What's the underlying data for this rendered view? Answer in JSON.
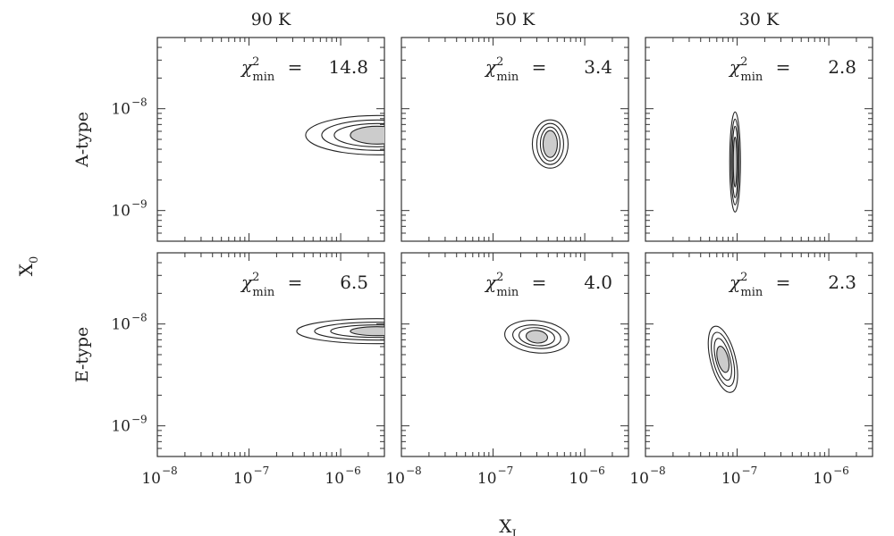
{
  "figure": {
    "y_axis_label": "X",
    "y_axis_label_sub": "0",
    "x_axis_label": "X",
    "x_axis_label_sub": "J"
  },
  "chart_data": {
    "type": "contour",
    "columns": [
      "90 K",
      "50 K",
      "30 K"
    ],
    "rows": [
      "A-type",
      "E-type"
    ],
    "x_scale": "log",
    "y_scale": "log",
    "xlim": [
      1e-08,
      3e-06
    ],
    "ylim": [
      5e-10,
      5e-08
    ],
    "x_ticks": [
      {
        "value": 1e-08,
        "base": "10",
        "exp": "−8"
      },
      {
        "value": 1e-07,
        "base": "10",
        "exp": "−7"
      },
      {
        "value": 1e-06,
        "base": "10",
        "exp": "−6"
      }
    ],
    "y_ticks": [
      {
        "value": 1e-08,
        "base": "10",
        "exp": "−8"
      },
      {
        "value": 1e-09,
        "base": "10",
        "exp": "−9"
      }
    ],
    "panels": [
      {
        "row": "A-type",
        "column": "90 K",
        "chi2_label": "χ",
        "chi2_sup": "2",
        "chi2_sub": "min",
        "chi2_value": "14.8",
        "best_fit": {
          "x": 2.5e-06,
          "y": 5.5e-09
        },
        "open_to_right": true
      },
      {
        "row": "A-type",
        "column": "50 K",
        "chi2_label": "χ",
        "chi2_sup": "2",
        "chi2_sub": "min",
        "chi2_value": "3.4",
        "best_fit": {
          "x": 4.2e-07,
          "y": 4.5e-09
        },
        "open_to_right": false
      },
      {
        "row": "A-type",
        "column": "30 K",
        "chi2_label": "χ",
        "chi2_sup": "2",
        "chi2_sub": "min",
        "chi2_value": "2.8",
        "best_fit": {
          "x": 9.5e-08,
          "y": 3e-09
        },
        "open_to_right": false
      },
      {
        "row": "E-type",
        "column": "90 K",
        "chi2_label": "χ",
        "chi2_sup": "2",
        "chi2_sub": "min",
        "chi2_value": "6.5",
        "best_fit": {
          "x": 2.5e-06,
          "y": 8.5e-09
        },
        "open_to_right": true
      },
      {
        "row": "E-type",
        "column": "50 K",
        "chi2_label": "χ",
        "chi2_sup": "2",
        "chi2_sub": "min",
        "chi2_value": "4.0",
        "best_fit": {
          "x": 3e-07,
          "y": 7.5e-09
        },
        "open_to_right": false
      },
      {
        "row": "E-type",
        "column": "30 K",
        "chi2_label": "χ",
        "chi2_sup": "2",
        "chi2_sub": "min",
        "chi2_value": "2.3",
        "best_fit": {
          "x": 7e-08,
          "y": 4.5e-09
        },
        "open_to_right": false
      }
    ]
  }
}
